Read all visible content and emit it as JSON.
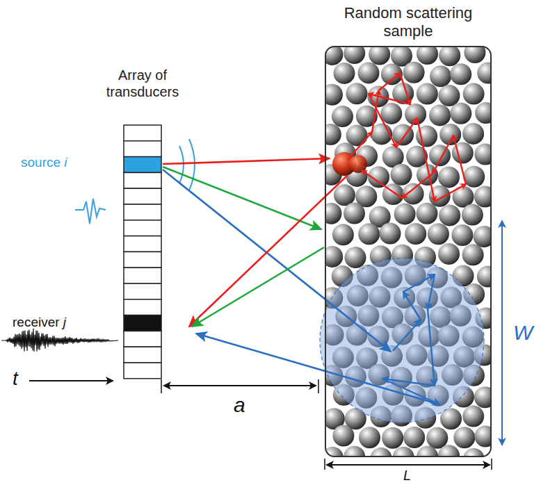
{
  "diagram": {
    "nodes": [
      {
        "text": [
          "Array of transducers"
        ]
      },
      {
        "text": [
          "Random scattering sample"
        ]
      }
    ],
    "edges": [
      {
        "from": 0,
        "to": 1,
        "arrow": "to"
      },
      {
        "from": 0,
        "to": 1,
        "arrow": "to"
      },
      {
        "from": 0,
        "to": 1,
        "arrow": "to"
      },
      {
        "from": 1,
        "to": 0,
        "arrow": "to"
      },
      {
        "from": 1,
        "to": 0,
        "arrow": "to"
      },
      {
        "from": 1,
        "to": 0,
        "arrow": "to"
      }
    ],
    "labels": [
      "source i",
      "receiver j",
      "t",
      "a",
      "W",
      "L"
    ]
  }
}
